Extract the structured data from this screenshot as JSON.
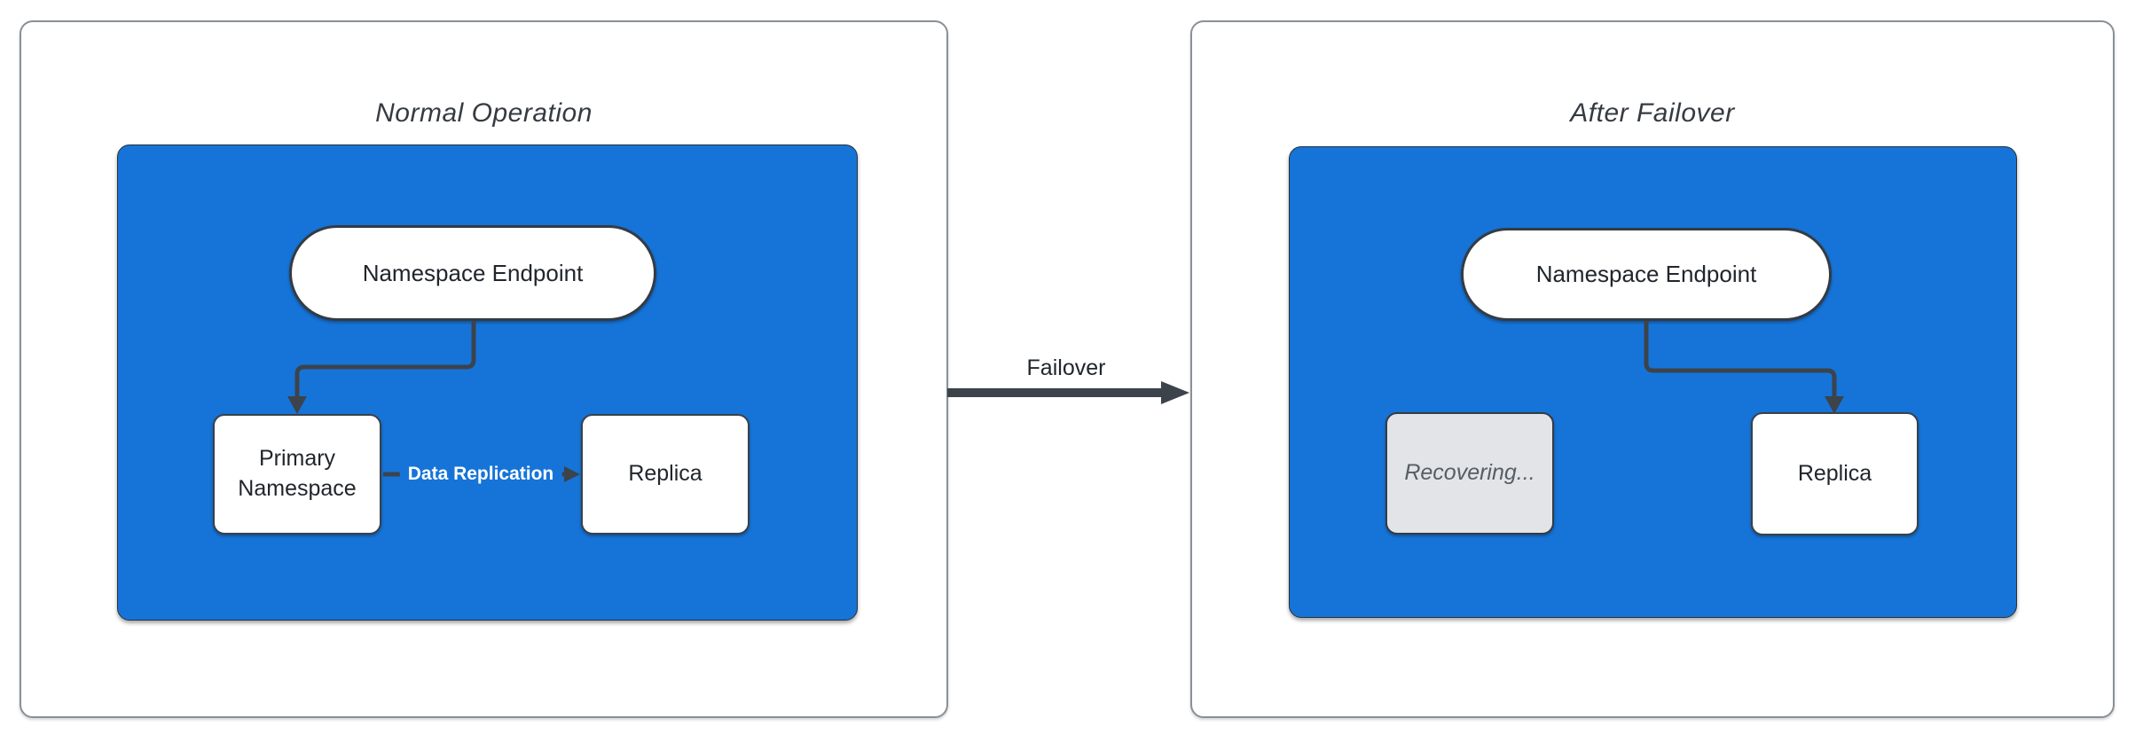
{
  "left_panel": {
    "title": "Normal Operation",
    "endpoint_label": "Namespace Endpoint",
    "primary_label": "Primary Namespace",
    "replica_label": "Replica",
    "replication_label": "Data Replication"
  },
  "transition": {
    "label": "Failover"
  },
  "right_panel": {
    "title": "After Failover",
    "endpoint_label": "Namespace Endpoint",
    "recovering_label": "Recovering...",
    "replica_label": "Replica"
  },
  "colors": {
    "container_blue": "#1674D8",
    "node_border": "#343B44",
    "arrow": "#3C434B",
    "panel_border": "#8A9096",
    "title_color": "#363B42",
    "label_color": "#21262C",
    "recovering_fill": "#E2E4E7",
    "recovering_text": "#555E66",
    "replication_text": "#FFFFFF",
    "page_bg": "#FFFFFF"
  }
}
